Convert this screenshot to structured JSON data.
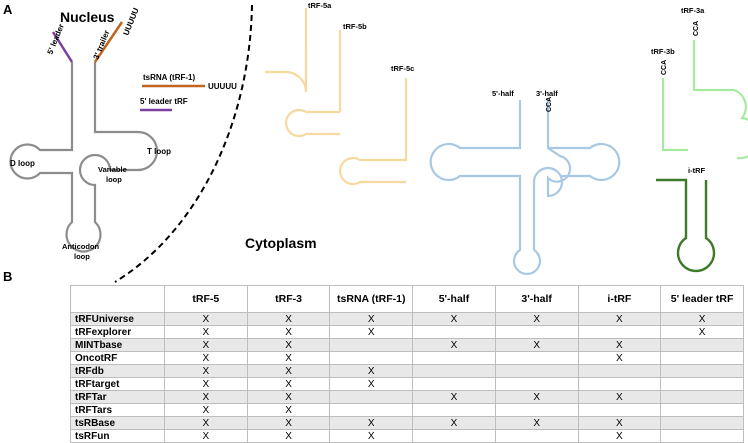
{
  "panel_a": {
    "letter": "A",
    "nucleus_label": "Nucleus",
    "cytoplasm_label": "Cytoplasm",
    "trna_labels": {
      "leader": "5' leader",
      "trailer": "3' trailer",
      "poly_u": "UUUUU",
      "d_loop": "D loop",
      "t_loop": "T loop",
      "variable_loop": "Variable loop",
      "anticodon_loop": "Anticodon loop"
    },
    "legend": {
      "tsrna": "tsRNA (tRF-1)",
      "tsrna_tail": "UUUUU",
      "leader_trf": "5' leader tRF"
    },
    "fragments": {
      "trf_5a": "tRF-5a",
      "trf_5b": "tRF-5b",
      "trf_5c": "tRF-5c",
      "half_5": "5'-half",
      "half_3": "3'-half",
      "cca_half": "CCA",
      "trf_3a": "tRF-3a",
      "trf_3b": "tRF-3b",
      "cca_3a": "CCA",
      "cca_3b": "CCA",
      "i_trf": "i-tRF"
    },
    "colors": {
      "precursor": "#8c8c8c",
      "trailer": "#c0651f",
      "leader": "#7b3fa0",
      "trf5": "#f6d9a0",
      "halves": "#a9c8e3",
      "trf3": "#a6e9a0",
      "itrf": "#3f7a2a"
    }
  },
  "panel_b": {
    "letter": "B",
    "columns": [
      "tRF-5",
      "tRF-3",
      "tsRNA (tRF-1)",
      "5'-half",
      "3'-half",
      "i-tRF",
      "5' leader tRF"
    ],
    "rows": [
      {
        "name": "tRFUniverse",
        "cells": [
          "X",
          "X",
          "X",
          "X",
          "X",
          "X",
          "X"
        ]
      },
      {
        "name": "tRFexplorer",
        "cells": [
          "X",
          "X",
          "X",
          "",
          "",
          "",
          "X"
        ]
      },
      {
        "name": "MINTbase",
        "cells": [
          "X",
          "X",
          "",
          "X",
          "X",
          "X",
          ""
        ]
      },
      {
        "name": "OncotRF",
        "cells": [
          "X",
          "X",
          "",
          "",
          "",
          "X",
          ""
        ]
      },
      {
        "name": "tRFdb",
        "cells": [
          "X",
          "X",
          "X",
          "",
          "",
          "",
          ""
        ]
      },
      {
        "name": "tRFtarget",
        "cells": [
          "X",
          "X",
          "X",
          "",
          "",
          "",
          ""
        ]
      },
      {
        "name": "tRFTar",
        "cells": [
          "X",
          "X",
          "",
          "X",
          "X",
          "X",
          ""
        ]
      },
      {
        "name": "tRFTars",
        "cells": [
          "X",
          "X",
          "",
          "",
          "",
          "",
          ""
        ]
      },
      {
        "name": "tsRBase",
        "cells": [
          "X",
          "X",
          "X",
          "X",
          "X",
          "X",
          ""
        ]
      },
      {
        "name": "tsRFun",
        "cells": [
          "X",
          "X",
          "X",
          "",
          "",
          "X",
          ""
        ]
      }
    ]
  }
}
